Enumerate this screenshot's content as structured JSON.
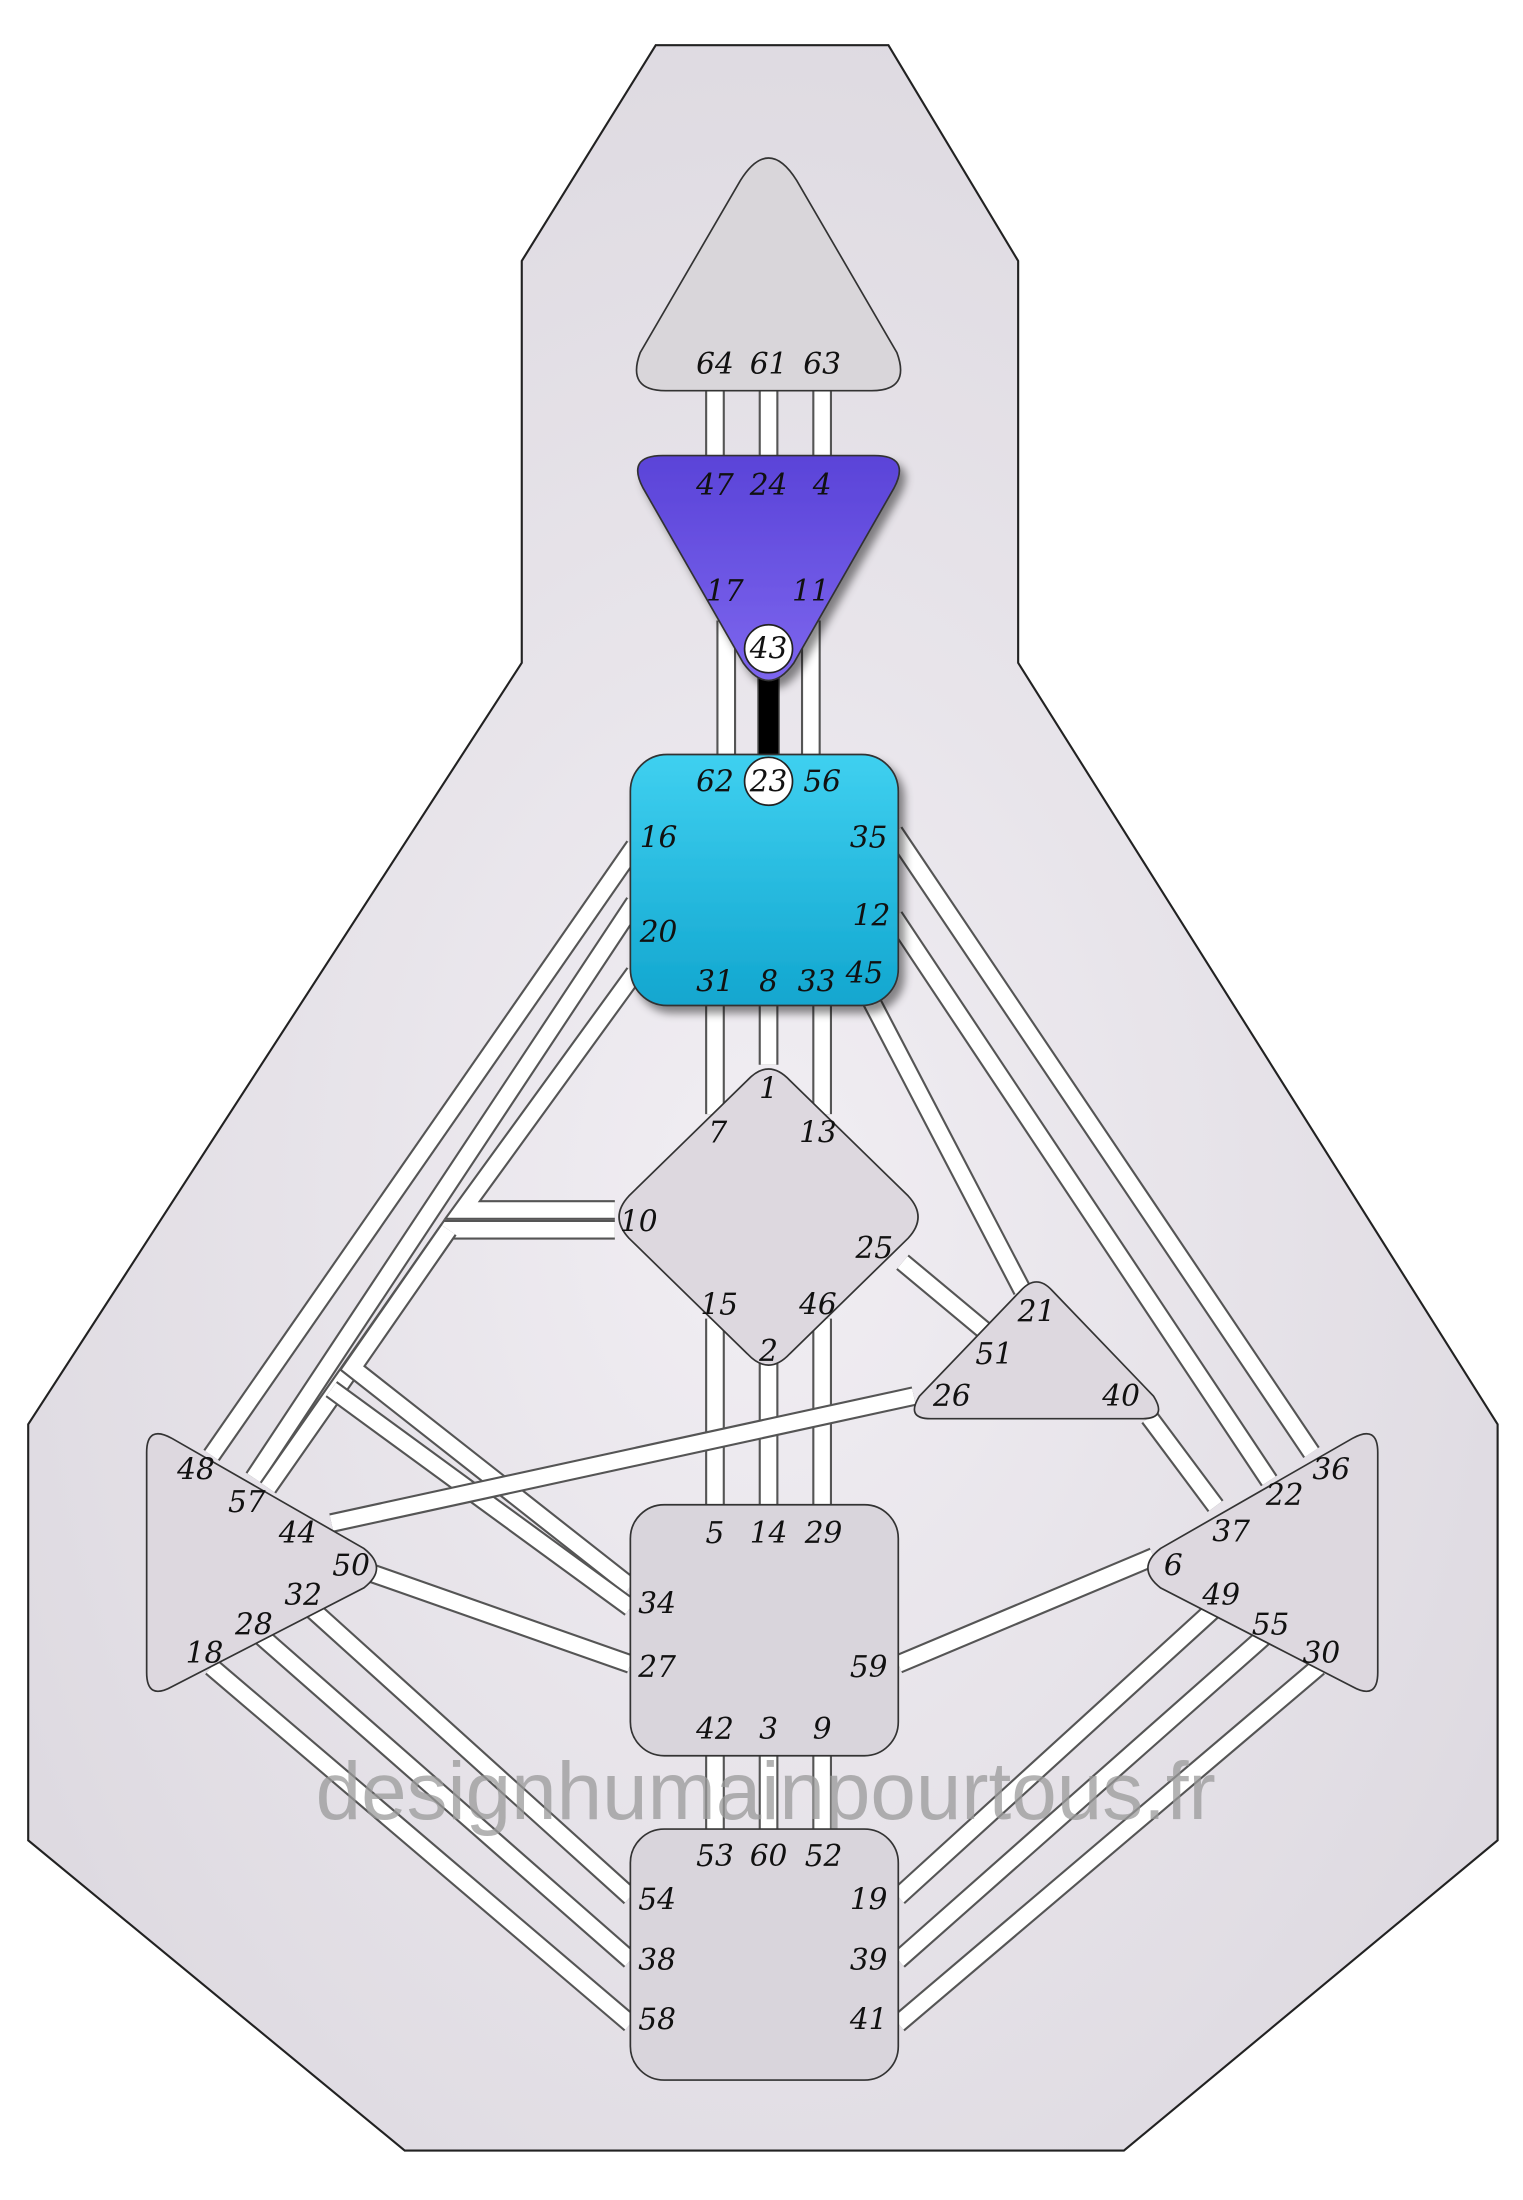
{
  "watermark": "designhumainpourtous.fr",
  "colors": {
    "background": "#e4e1e8",
    "undefined_center": "#dcd8de",
    "ajna_defined": "#6a4fe0",
    "throat_defined": "#1ab6dc",
    "defined_channel": "#000000",
    "open_channel": "#ffffff"
  },
  "defined_channels": [
    "43-23"
  ],
  "activated_gates": [
    "43",
    "23"
  ],
  "centers": {
    "head": {
      "defined": false,
      "gates": [
        "64",
        "61",
        "63"
      ]
    },
    "ajna": {
      "defined": true,
      "gates": [
        "47",
        "24",
        "4",
        "17",
        "11",
        "43"
      ]
    },
    "throat": {
      "defined": true,
      "gates": [
        "62",
        "23",
        "56",
        "16",
        "35",
        "20",
        "12",
        "31",
        "8",
        "33",
        "45"
      ]
    },
    "g": {
      "defined": false,
      "gates": [
        "1",
        "7",
        "13",
        "10",
        "25",
        "15",
        "46",
        "2"
      ]
    },
    "ego": {
      "defined": false,
      "gates": [
        "21",
        "51",
        "26",
        "40"
      ]
    },
    "sacral": {
      "defined": false,
      "gates": [
        "5",
        "14",
        "29",
        "34",
        "27",
        "59",
        "42",
        "3",
        "9"
      ]
    },
    "spleen": {
      "defined": false,
      "gates": [
        "48",
        "57",
        "44",
        "50",
        "32",
        "28",
        "18"
      ]
    },
    "solar_plexus": {
      "defined": false,
      "gates": [
        "36",
        "22",
        "37",
        "6",
        "49",
        "55",
        "30"
      ]
    },
    "root": {
      "defined": false,
      "gates": [
        "53",
        "60",
        "52",
        "54",
        "19",
        "38",
        "39",
        "58",
        "41"
      ]
    }
  }
}
